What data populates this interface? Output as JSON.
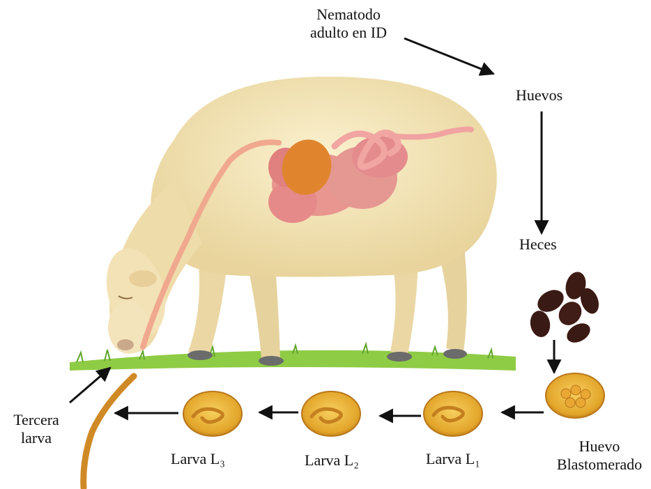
{
  "labels": {
    "adult": [
      "Nematodo",
      "adulto en ID"
    ],
    "eggs": "Huevos",
    "feces": "Heces",
    "blastomere_egg": [
      "Huevo",
      "Blastomerado"
    ],
    "larva1": "Larva L₁",
    "larva2": "Larva L₂",
    "larva3": "Larva L₃",
    "third_larva": [
      "Tercera",
      "larva"
    ]
  },
  "colors": {
    "arrow": "#111111",
    "wool": "#f1e2b4",
    "intestine": "#e59a95",
    "stomach": "#e0852e",
    "grass": "#7cc23a",
    "feces": "#3a1a14",
    "egg_shell": "#e8b43a",
    "larva_worm": "#d08a25"
  }
}
